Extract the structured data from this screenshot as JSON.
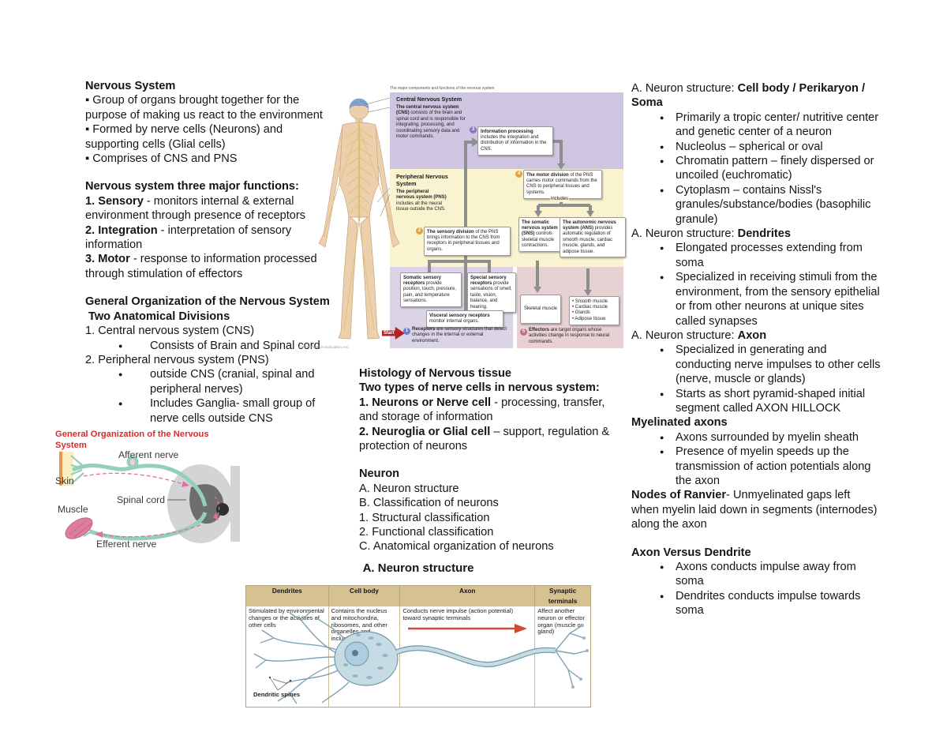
{
  "ui": {
    "bullet_square": "▪",
    "bullet_round": "●"
  },
  "colors": {
    "text": "#151515",
    "red_title": "#d92b2b",
    "start_arrow_red": "#b62020",
    "band_cns_purple": "#cec5e0",
    "band_pns_yellow": "#faf3cf",
    "band_receptors_lavender": "#dbd4e7",
    "band_effectors_pink": "#e8d1d3",
    "step1_blue": "#6b7fc9",
    "step2_orange": "#e8a23c",
    "step3_purple": "#8578bf",
    "step4_orange": "#e8a23c",
    "step5_pink": "#c96a8e",
    "table_header_tan": "#d6c190",
    "nerve_teal": "#93cfbc",
    "muscle_pink": "#dd7f9c",
    "neuron_fill_blue": "#c6dbe4",
    "connector_gray": "#8e8e8e",
    "impulse_arrow_red": "#cf4a30"
  },
  "left": {
    "s1": {
      "title": "Nervous System",
      "lines": [
        "▪ Group of organs brought together for the purpose of making us react to the environment",
        "▪ Formed by nerve cells (Neurons) and supporting cells (Glial cells)",
        "▪ Comprises of CNS and PNS"
      ]
    },
    "s2": {
      "title": "Nervous system three major functions:",
      "items": [
        {
          "b": "1. Sensory",
          "t": " - monitors internal & external environment through presence of receptors"
        },
        {
          "b": "2. Integration",
          "t": " - interpretation of sensory information"
        },
        {
          "b": "3. Motor",
          "t": " - response to information processed through stimulation of effectors"
        }
      ]
    },
    "s3": {
      "title1": "General Organization of the Nervous System",
      "title2": "Two Anatomical Divisions",
      "n1": "1. Central nervous system (CNS)",
      "n1_bullets": [
        "Consists of Brain and Spinal cord"
      ],
      "n2": "2. Peripheral nervous system (PNS)",
      "n2_bullets": [
        "outside CNS (cranial, spinal and peripheral nerves)",
        "Includes Ganglia- small group of nerve cells outside CNS"
      ]
    }
  },
  "org": {
    "title": "General Organization of the Nervous System",
    "labels": {
      "afferent": "Afferent nerve",
      "skin": "Skin",
      "spinal": "Spinal cord",
      "muscle": "Muscle",
      "efferent": "Efferent nerve"
    }
  },
  "flow": {
    "caption": "The major components and functions of the nervous system",
    "cns": {
      "title": "Central Nervous System",
      "b": "The central nervous system (CNS)",
      "t": " consists of the brain and spinal cord and is responsible for integrating, processing, and coordinating sensory data and motor commands."
    },
    "pns": {
      "title": "Peripheral Nervous System",
      "b": "The peripheral nervous system (PNS)",
      "t": " includes all the neural tissue outside the CNS."
    },
    "n3": {
      "num": "3",
      "b": "Information processing",
      "t": " includes the integration and distribution of information in the CNS."
    },
    "n4": {
      "num": "4",
      "b": "The motor division",
      "t": " of the PNS carries motor commands from the CNS to peripheral tissues and systems."
    },
    "includes": "includes",
    "sns": {
      "b": "The somatic nervous system (SNS)",
      "t": " controls skeletal muscle contractions."
    },
    "ans": {
      "b": "The autonomic nervous system (ANS)",
      "t": " provides automatic regulation of smooth muscle, cardiac muscle, glands, and adipose tissue."
    },
    "n2": {
      "num": "2",
      "b": "The sensory division",
      "t": " of the PNS brings information to the CNS from receptors in peripheral tissues and organs."
    },
    "som": {
      "b": "Somatic sensory receptors",
      "t": " provide position, touch, pressure, pain, and temperature sensations."
    },
    "spec": {
      "b": "Special sensory receptors",
      "t": " provide sensations of smell, taste, vision, balance, and hearing."
    },
    "visc": {
      "b": "Visceral sensory receptors",
      "t": " monitor internal organs."
    },
    "start": "Start",
    "n1": {
      "num": "1",
      "b": "Receptors",
      "t": " are sensory structures that detect changes in the internal or external environment."
    },
    "skeletal": "Skeletal muscle",
    "effectors": [
      "• Smooth muscle",
      "• Cardiac muscle",
      "• Glands",
      "• Adipose tissue"
    ],
    "n5": {
      "num": "5",
      "b": "Effectors",
      "t": " are target organs whose activities change in response to neural commands."
    },
    "copyright": "© 2011 Pearson Education, Inc."
  },
  "hist": {
    "title": "Histology of Nervous tissue",
    "sub": "Two types of nerve cells in nervous system:",
    "i1": {
      "b": "1. Neurons or Nerve cell",
      "t": " - processing, transfer, and storage of information"
    },
    "i2": {
      "b": "2. Neuroglia or Glial cell",
      "t": " – support, regulation & protection of neurons"
    },
    "neuron": "Neuron",
    "list": [
      "A. Neuron structure",
      "B. Classification of neurons",
      "1. Structural classification",
      "2. Functional classification",
      "C. Anatomical organization of neurons"
    ]
  },
  "table": {
    "title": "A. Neuron structure",
    "headers": [
      "Dendrites",
      "Cell body",
      "Axon",
      "Synaptic terminals"
    ],
    "cells": [
      "Stimulated by environmental changes or the activities of other cells",
      "Contains the nucleus and mitochondria, ribosomes, and other organelles and inclusions",
      "Conducts nerve impulse (action potential) toward synaptic terminals",
      "Affect another neuron or effector organ (muscle or gland)"
    ],
    "label": "Dendritic spines"
  },
  "right": {
    "r1": {
      "pre": "A. Neuron structure: ",
      "b": "Cell body / Perikaryon / Soma",
      "items": [
        "Primarily a tropic center/ nutritive center and genetic center of a neuron",
        "Nucleolus – spherical or oval",
        "Chromatin pattern – finely dispersed or uncoiled (euchromatic)",
        "Cytoplasm – contains Nissl's granules/substance/bodies (basophilic granule)"
      ]
    },
    "r2": {
      "pre": "A. Neuron structure: ",
      "b": "Dendrites",
      "items": [
        "Elongated processes extending from soma",
        "Specialized in receiving stimuli from the environment, from the sensory epithelial or from other neurons at unique sites called synapses"
      ]
    },
    "r3": {
      "pre": "A. Neuron structure: ",
      "b": "Axon",
      "items": [
        "Specialized in generating and conducting nerve impulses to other cells (nerve, muscle or glands)",
        "Starts as short pyramid-shaped initial segment called AXON HILLOCK"
      ]
    },
    "r4": {
      "b": "Myelinated axons",
      "items": [
        "Axons surrounded by myelin sheath",
        "Presence of myelin speeds up the transmission of action potentials along the axon"
      ]
    },
    "r5": {
      "b": "Nodes of Ranvier",
      "t": "- Unmyelinated gaps left when myelin laid down in segments (internodes) along the axon"
    },
    "r6": {
      "b": "Axon Versus Dendrite",
      "items": [
        "Axons conducts impulse away from soma",
        "Dendrites conducts impulse towards soma"
      ]
    }
  }
}
